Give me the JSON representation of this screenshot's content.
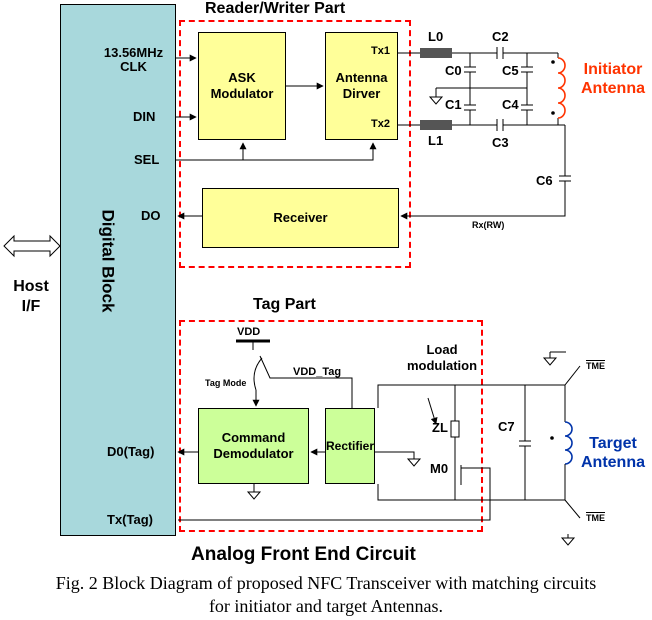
{
  "blocks": {
    "digital_block": "Digital Block",
    "ask_modulator": "ASK Modulator",
    "antenna_driver": "Antenna Dirver",
    "receiver": "Receiver",
    "command_demodulator": "Command Demodulator",
    "rectifier": "Rectifier"
  },
  "sections": {
    "reader_writer": "Reader/Writer Part",
    "tag": "Tag Part",
    "afe": "Analog Front End Circuit"
  },
  "signals": {
    "clk": "13.56MHz CLK",
    "din": "DIN",
    "sel": "SEL",
    "do": "DO",
    "d0_tag": "D0(Tag)",
    "tx_tag": "Tx(Tag)",
    "host_if": "Host I/F",
    "tx1": "Tx1",
    "tx2": "Tx2",
    "rx_rw": "Rx(RW)",
    "vdd": "VDD",
    "vdd_tag": "VDD_Tag",
    "tag_mode": "Tag Mode",
    "load_modulation": "Load modulation",
    "tme": "TME"
  },
  "components": {
    "l0": "L0",
    "l1": "L1",
    "c0": "C0",
    "c1": "C1",
    "c2": "C2",
    "c3": "C3",
    "c4": "C4",
    "c5": "C5",
    "c6": "C6",
    "c7": "C7",
    "zl": "ZL",
    "m0": "M0"
  },
  "antennas": {
    "initiator": "Initiator Antenna",
    "target": "Target Antenna"
  },
  "caption": {
    "line1": "Fig. 2 Block Diagram of proposed NFC Transceiver with matching circuits",
    "line2": "for initiator and target Antennas."
  },
  "colors": {
    "host_fill": "#a8d8dc",
    "block_fill": "#ffff99",
    "tag_block_fill": "#ccff99",
    "dashed_border": "#ff0000",
    "initiator_coil": "#ff3300",
    "target_coil": "#0033aa",
    "inductor": "#555555"
  }
}
